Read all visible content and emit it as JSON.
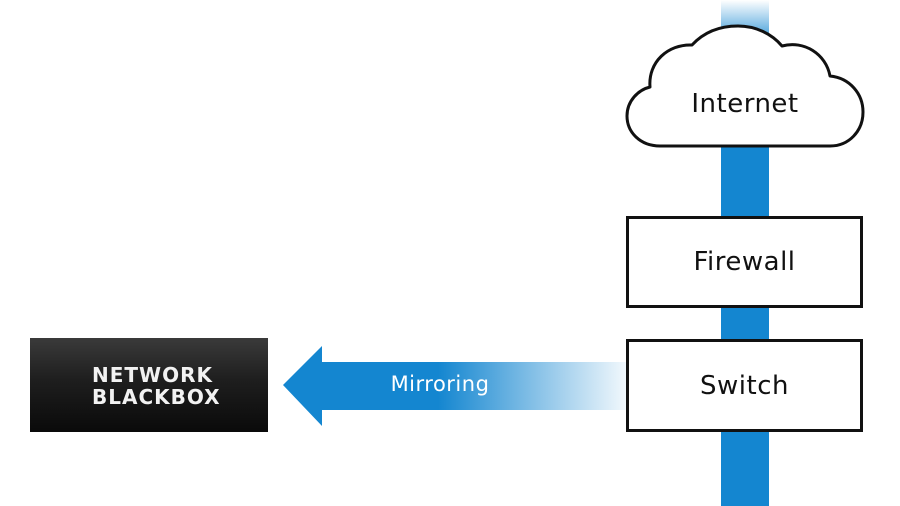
{
  "colors": {
    "link_blue": "#1486d0",
    "outline": "#111111",
    "logo_bg": "#1a1a1a"
  },
  "nodes": {
    "internet": "Internet",
    "firewall": "Firewall",
    "switch": "Switch"
  },
  "mirroring": {
    "label": "Mirroring"
  },
  "logo": {
    "line1": "NETWORK",
    "line2": "BLACKBOX",
    "icon": "n-monogram-icon"
  }
}
